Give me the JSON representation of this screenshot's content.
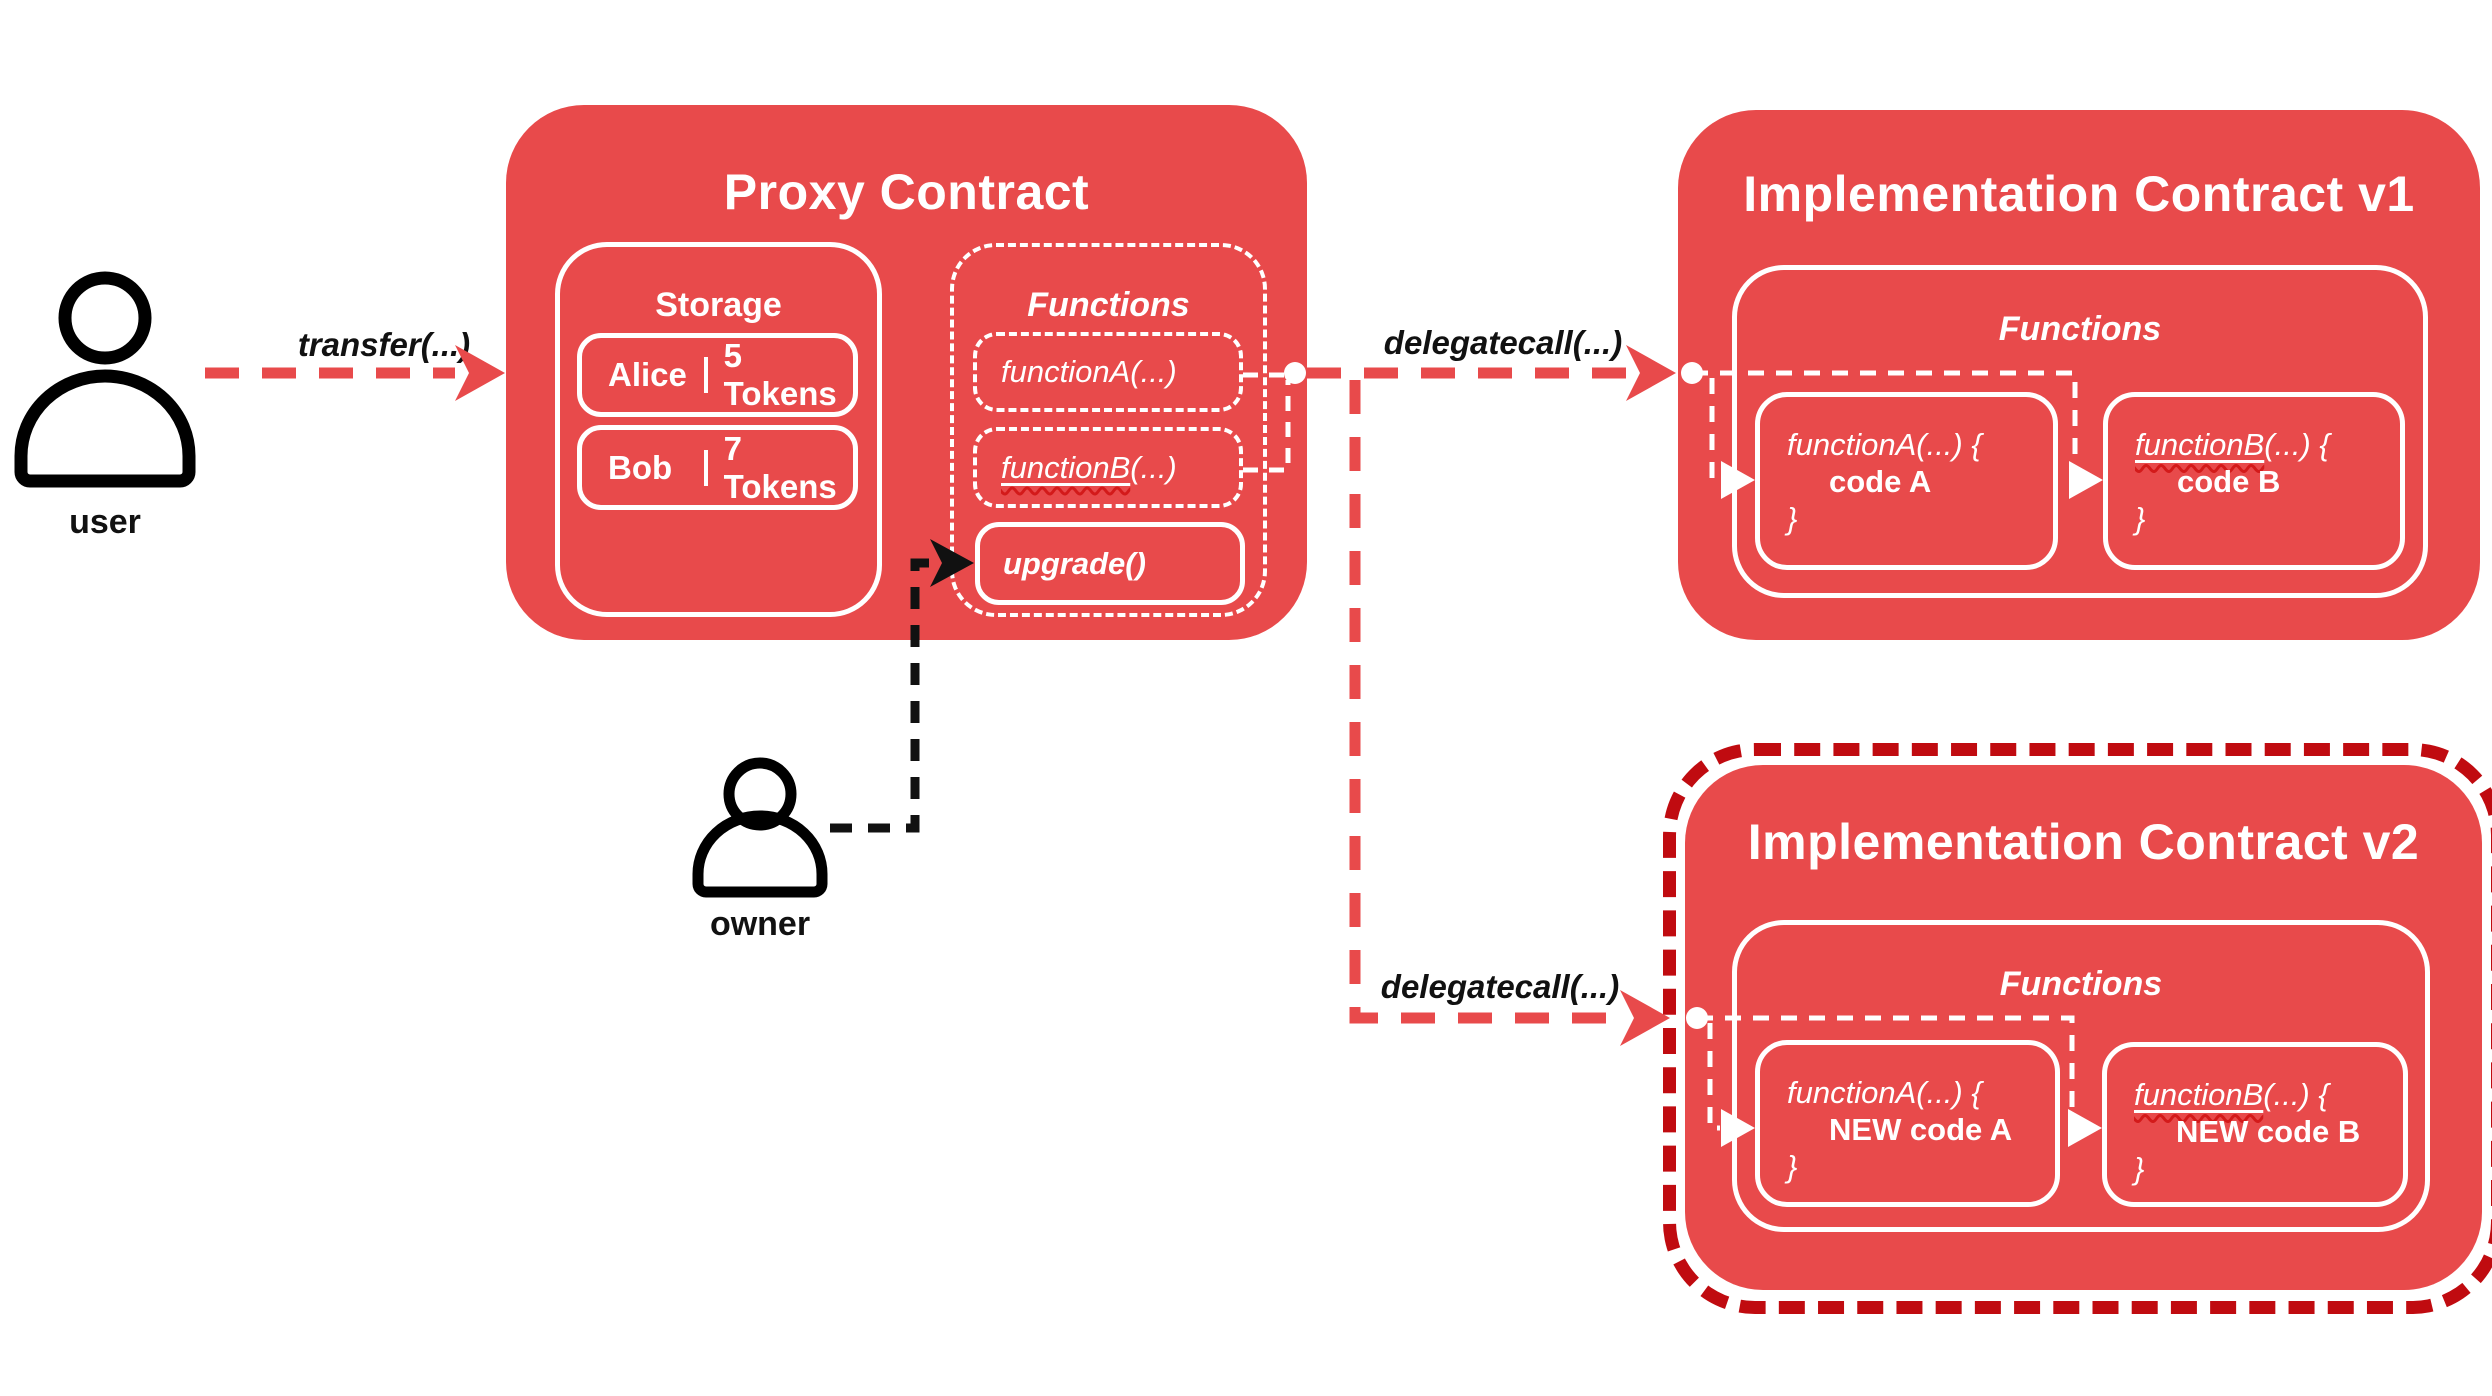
{
  "colors": {
    "red": "#E84A4B",
    "dark_red": "#C00B10",
    "white": "#FFFFFF",
    "black": "#111111"
  },
  "actors": {
    "user": {
      "label": "user",
      "icon": "person-icon",
      "call_label": "transfer(...)"
    },
    "owner": {
      "label": "owner",
      "icon": "person-icon"
    }
  },
  "proxy": {
    "title": "Proxy Contract",
    "storage": {
      "title": "Storage",
      "rows": [
        {
          "name": "Alice",
          "value": "5 Tokens"
        },
        {
          "name": "Bob",
          "value": "7 Tokens"
        }
      ]
    },
    "functions": {
      "title": "Functions",
      "functionA": "functionA(...)",
      "functionB": {
        "name": "functionB",
        "rest": "(...)"
      },
      "upgrade": "upgrade()"
    }
  },
  "calls": {
    "delegatecall_v1": "delegatecall(...)",
    "delegatecall_v2": "delegatecall(...)"
  },
  "impl_v1": {
    "title": "Implementation Contract v1",
    "functions_title": "Functions",
    "functionA": {
      "sig": "functionA(...) {",
      "body": "code A",
      "close": "}"
    },
    "functionB": {
      "name": "functionB",
      "rest": "(...) {",
      "body": "code B",
      "close": "}"
    }
  },
  "impl_v2": {
    "title": "Implementation Contract v2",
    "functions_title": "Functions",
    "functionA": {
      "sig": "functionA(...) {",
      "body": "NEW code A",
      "close": "}"
    },
    "functionB": {
      "name": "functionB",
      "rest": "(...) {",
      "body": "NEW code B",
      "close": "}"
    }
  }
}
